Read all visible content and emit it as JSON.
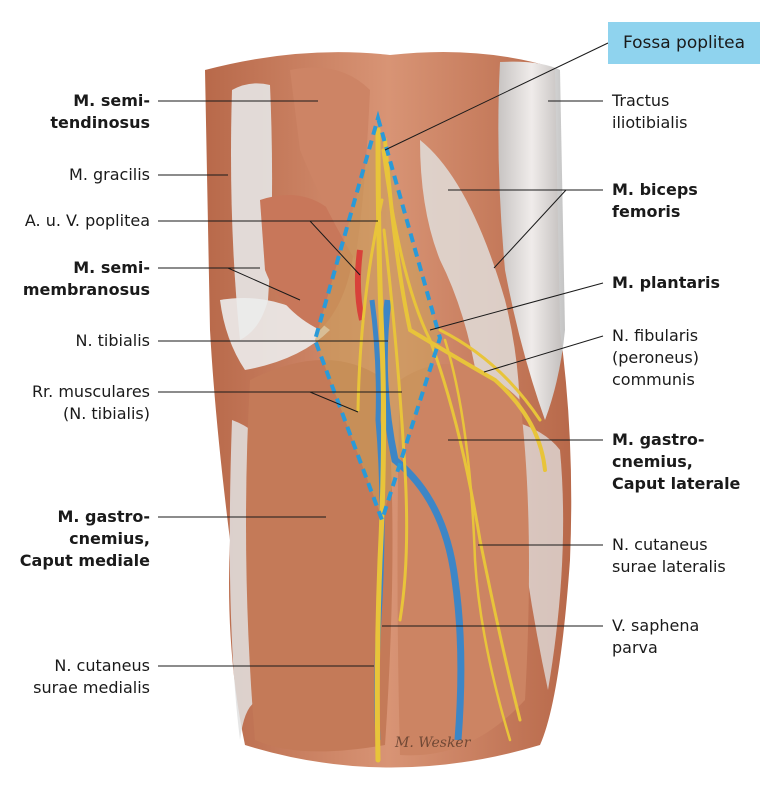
{
  "callout": "Fossa poplitea",
  "signature": "M. Wesker",
  "labels": {
    "semitendinosus": [
      "M. semi-",
      "tendinosus"
    ],
    "gracilis": [
      "M. gracilis"
    ],
    "poplitea": [
      "A. u. V. poplitea"
    ],
    "semimembranosus": [
      "M. semi-",
      "membranosus"
    ],
    "tibialis": [
      "N. tibialis"
    ],
    "rr_musculares": [
      "Rr. musculares",
      "(N. tibialis)"
    ],
    "gastro_mediale": [
      "M. gastro-",
      "cnemius,",
      "Caput mediale"
    ],
    "cutaneus_medialis": [
      "N. cutaneus",
      "surae medialis"
    ],
    "tractus": [
      "Tractus",
      "iliotibialis"
    ],
    "biceps": [
      "M. biceps",
      "femoris"
    ],
    "plantaris": [
      "M. plantaris"
    ],
    "fibularis": [
      "N. fibularis",
      "(peroneus)",
      "communis"
    ],
    "gastro_laterale": [
      "M. gastro-",
      "cnemius,",
      "Caput laterale"
    ],
    "cutaneus_lateralis": [
      "N. cutaneus",
      "surae lateralis"
    ],
    "saphena": [
      "V. saphena",
      "parva"
    ]
  },
  "colors": {
    "muscle": "#c9805f",
    "muscle_dark": "#a9573c",
    "tendon": "#dcdcdc",
    "nerve": "#e8c43a",
    "vein": "#3d86c6",
    "artery": "#d8413a",
    "outline": "#2a9ad8",
    "callout": "#8fd3ee"
  }
}
